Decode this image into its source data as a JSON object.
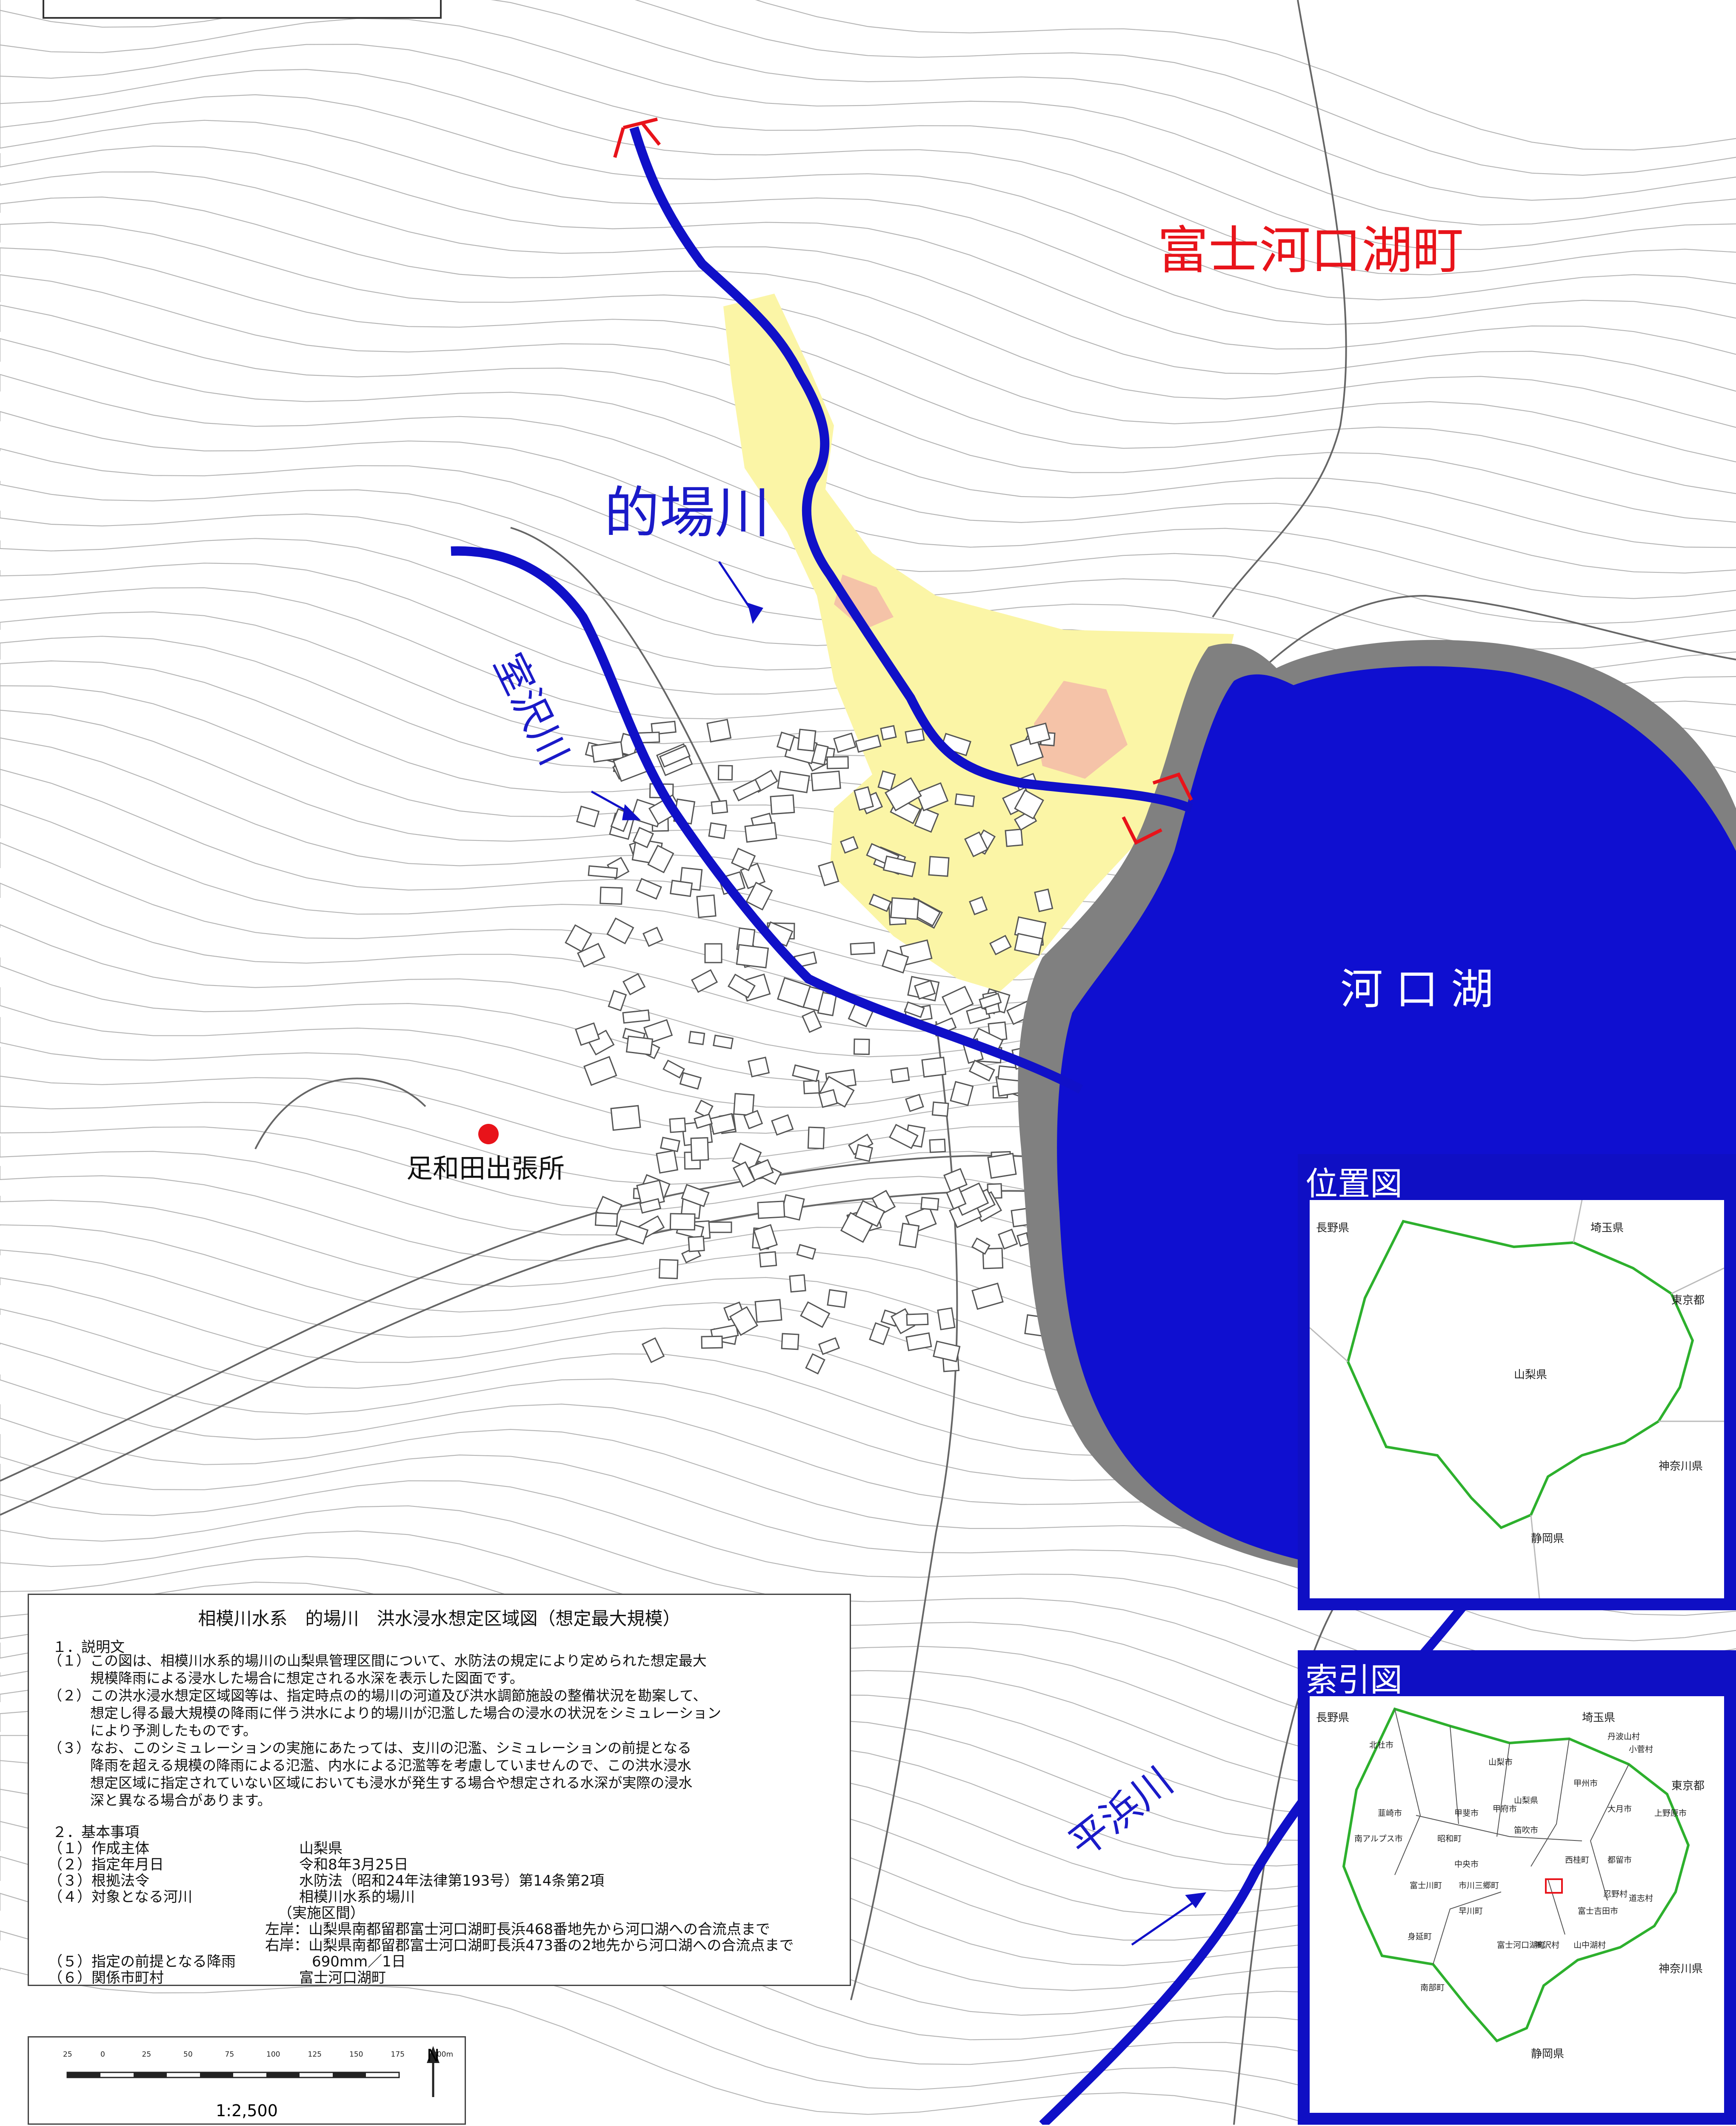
{
  "map": {
    "municipality": "富士河口湖町",
    "lake": "河口湖",
    "river_main": "的場川",
    "river_muro": "室沢川",
    "river_hira": "平浜川",
    "office": "足和田出張所",
    "colors": {
      "river": "#1010c8",
      "lake": "#0f0fd0",
      "shore": "#808080",
      "flood_shallow": "#fbf5a6",
      "flood_mid": "#f5c3a8",
      "contour": "#b5b5b5",
      "boundary": "#2db02d",
      "marker": "#e8131a"
    }
  },
  "inset_location": {
    "title": "位置図",
    "neighbors": [
      "長野県",
      "埼玉県",
      "東京都",
      "神奈川県",
      "静岡県"
    ],
    "center": "山梨県"
  },
  "inset_index": {
    "title": "索引図",
    "neighbors": [
      "長野県",
      "埼玉県",
      "東京都",
      "神奈川県",
      "静岡県"
    ],
    "cities": [
      "北杜市",
      "丹波山村",
      "小菅村",
      "山梨市",
      "甲州市",
      "韮崎市",
      "甲斐市",
      "甲府市",
      "山梨県",
      "大月市",
      "上野原市",
      "南アルプス市",
      "昭和町",
      "笛吹市",
      "中央市",
      "西桂町",
      "都留市",
      "富士川町",
      "市川三郷町",
      "忍野村",
      "道志村",
      "早川町",
      "富士河口湖町",
      "富士吉田市",
      "身延町",
      "鳴沢村",
      "山中湖村",
      "南部町",
      "静岡県"
    ]
  },
  "legend": {
    "title": "相模川水系　的場川　洪水浸水想定区域図（想定最大規模）",
    "section1": "１．説明文",
    "explanation": [
      "（１）この図は、相模川水系的場川の山梨県管理区間について、水防法の規定により定められた想定最大",
      "　　　規模降雨による浸水した場合に想定される水深を表示した図面です。",
      "（２）この洪水浸水想定区域図等は、指定時点の的場川の河道及び洪水調節施設の整備状況を勘案して、",
      "　　　想定し得る最大規模の降雨に伴う洪水により的場川が氾濫した場合の浸水の状況をシミュレーション",
      "　　　により予測したものです。",
      "（３）なお、このシミュレーションの実施にあたっては、支川の氾濫、シミュレーションの前提となる",
      "　　　降雨を超える規模の降雨による氾濫、内水による氾濫等を考慮していませんので、この洪水浸水",
      "　　　想定区域に指定されていない区域においても浸水が発生する場合や想定される水深が実際の浸水",
      "　　　深と異なる場合があります。"
    ],
    "section2": "２．基本事項",
    "basics": [
      {
        "k": "（１）作成主体",
        "v": "山梨県"
      },
      {
        "k": "（２）指定年月日",
        "v": "令和8年3月25日"
      },
      {
        "k": "（３）根拠法令",
        "v": "水防法（昭和24年法律第193号）第14条第2項"
      },
      {
        "k": "（４）対象となる河川",
        "v": "相模川水系的場川"
      }
    ],
    "section_label": "（実施区間）",
    "left_bank": "左岸：山梨県南都留郡富士河口湖町長浜468番地先から河口湖への合流点まで",
    "right_bank": "右岸：山梨県南都留郡富士河口湖町長浜473番の2地先から河口湖への合流点まで",
    "rain": {
      "k": "（５）指定の前提となる降雨",
      "v": "690mm／1日"
    },
    "city": {
      "k": "（６）関係市町村",
      "v": "富士河口湖町"
    }
  },
  "scale": {
    "ticks": [
      "25",
      "0",
      "25",
      "50",
      "75",
      "100",
      "125",
      "150",
      "175",
      "200m"
    ],
    "ratio": "1:2,500",
    "north": "N"
  }
}
